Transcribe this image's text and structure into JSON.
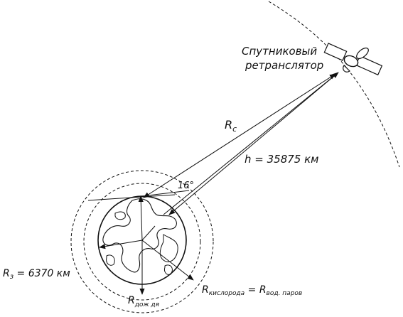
{
  "satellite_label": {
    "line1": "Спутниковый",
    "line2": "ретранслятор"
  },
  "rc_label": {
    "main": "R",
    "sub": "c"
  },
  "h_label": "h = 35875 км",
  "angle_label": "16°",
  "re_label": {
    "main": "R",
    "sub": "з",
    "rest": " = 6370 км"
  },
  "rain_label": {
    "main": "R",
    "sub": "дож дя"
  },
  "oxygen_label": {
    "main": "R",
    "sub1": "кислорода",
    "eq": " = R",
    "sub2": "вод. паров"
  },
  "colors": {
    "ink": "#111111",
    "background": "#ffffff"
  },
  "icons": [
    "satellite-icon",
    "earth-icon"
  ]
}
